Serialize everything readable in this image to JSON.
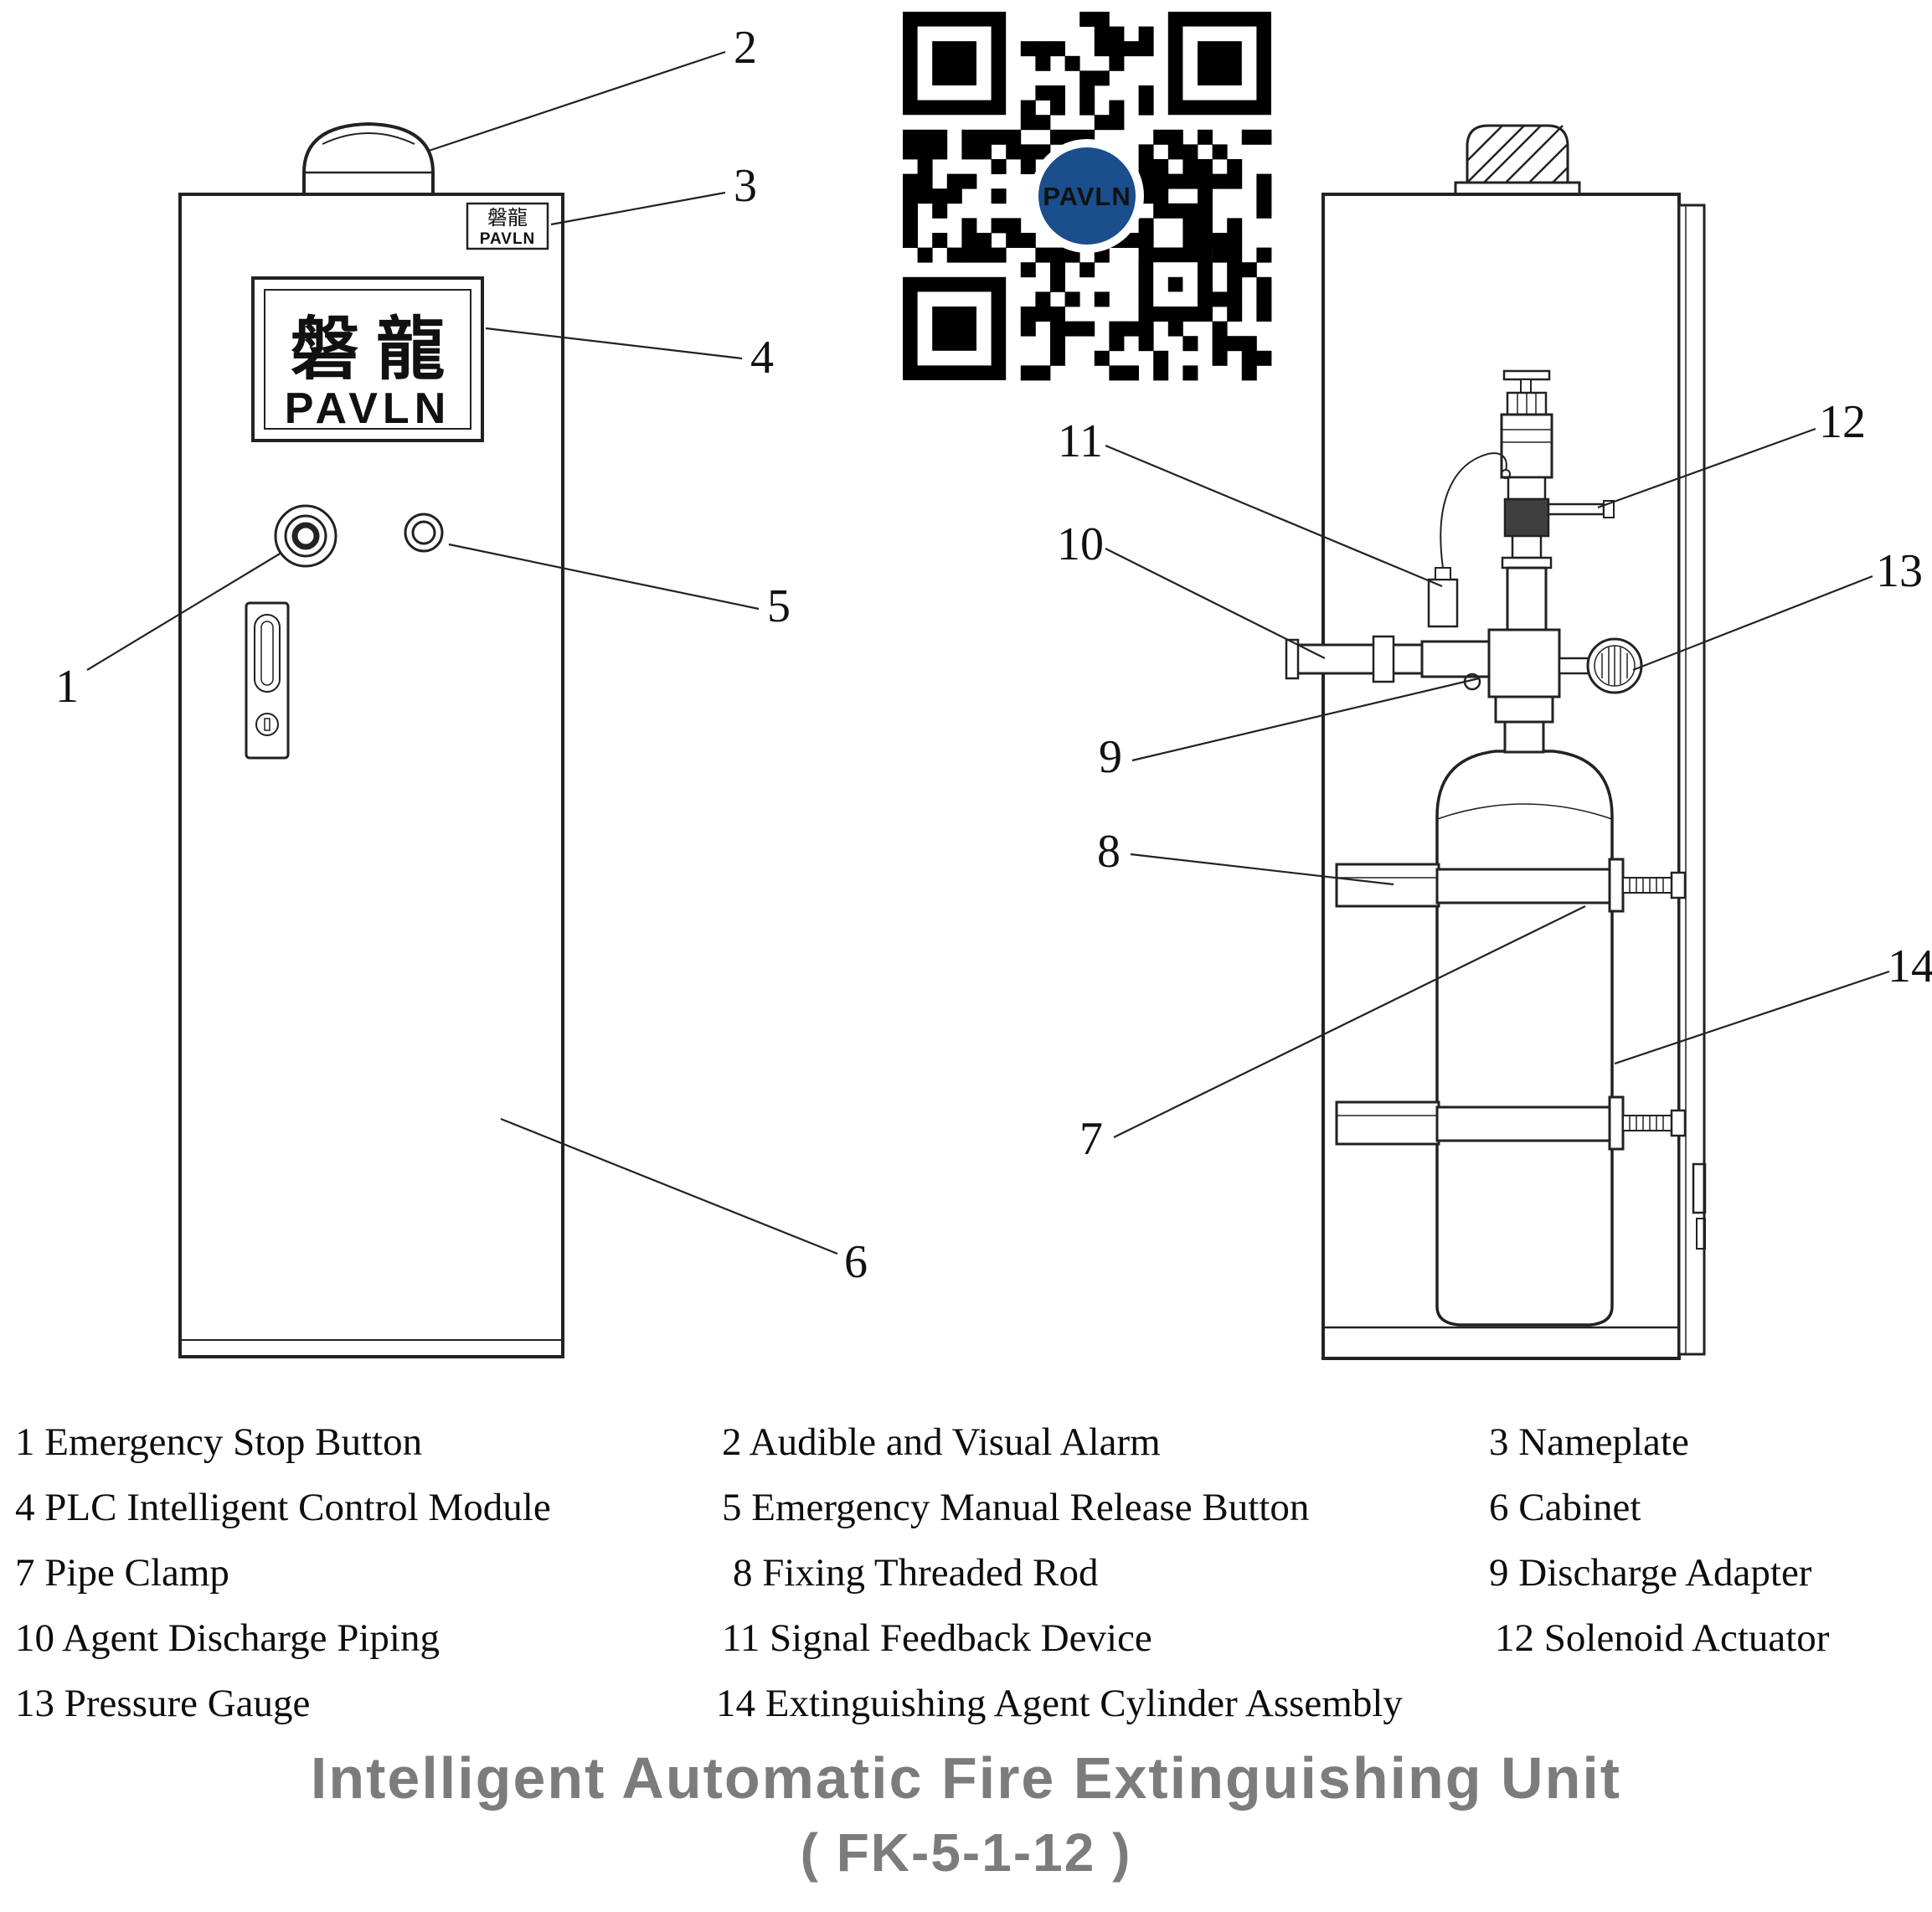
{
  "page": {
    "background": "#ffffff"
  },
  "qr": {
    "logo_text": "PAVLN",
    "logo_bg": "#1a4e8c"
  },
  "front_view": {
    "nameplate_cn": "磐龍",
    "nameplate_en": "PAVLN",
    "logo_cn": "磐 龍",
    "logo_en": "PAVLN"
  },
  "callouts": {
    "c1": "1",
    "c2": "2",
    "c3": "3",
    "c4": "4",
    "c5": "5",
    "c6": "6",
    "c7": "7",
    "c8": "8",
    "c9": "9",
    "c10": "10",
    "c11": "11",
    "c12": "12",
    "c13": "13",
    "c14": "14"
  },
  "legend": {
    "items": [
      "1 Emergency Stop Button",
      "2 Audible and Visual Alarm",
      "3 Nameplate",
      "4 PLC Intelligent Control Module",
      "5 Emergency Manual Release Button",
      "6 Cabinet",
      "7 Pipe Clamp",
      "8 Fixing Threaded Rod",
      "9 Discharge Adapter",
      "10 Agent Discharge Piping",
      "11 Signal Feedback Device",
      "12 Solenoid Actuator",
      "13 Pressure Gauge",
      "14 Extinguishing Agent Cylinder Assembly"
    ]
  },
  "title": {
    "line1": "Intelligent Automatic Fire Extinguishing Unit",
    "line2": "( FK-5-1-12 )"
  }
}
